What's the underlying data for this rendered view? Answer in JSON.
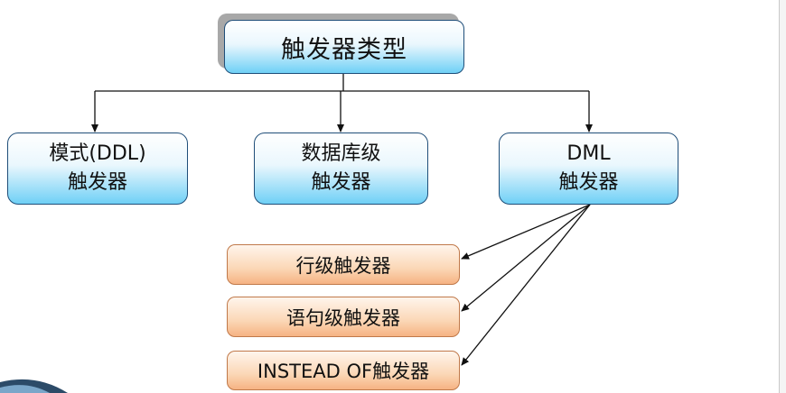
{
  "diagram": {
    "root": {
      "label": "触发器类型"
    },
    "categories": [
      {
        "line1": "模式(DDL)",
        "line2": "触发器"
      },
      {
        "line1": "数据库级",
        "line2": "触发器"
      },
      {
        "line1": "DML",
        "line2": "触发器"
      }
    ],
    "dml_subtypes": [
      {
        "label": "行级触发器"
      },
      {
        "label": "语句级触发器"
      },
      {
        "label": "INSTEAD OF触发器"
      }
    ]
  },
  "colors": {
    "box_blue_top": "#ffffff",
    "box_blue_bottom": "#6fd0f6",
    "box_blue_border": "#1f4e79",
    "box_orange_top": "#fff5ec",
    "box_orange_bottom": "#f6b383",
    "box_orange_border": "#c0794a",
    "connector": "#111111"
  }
}
